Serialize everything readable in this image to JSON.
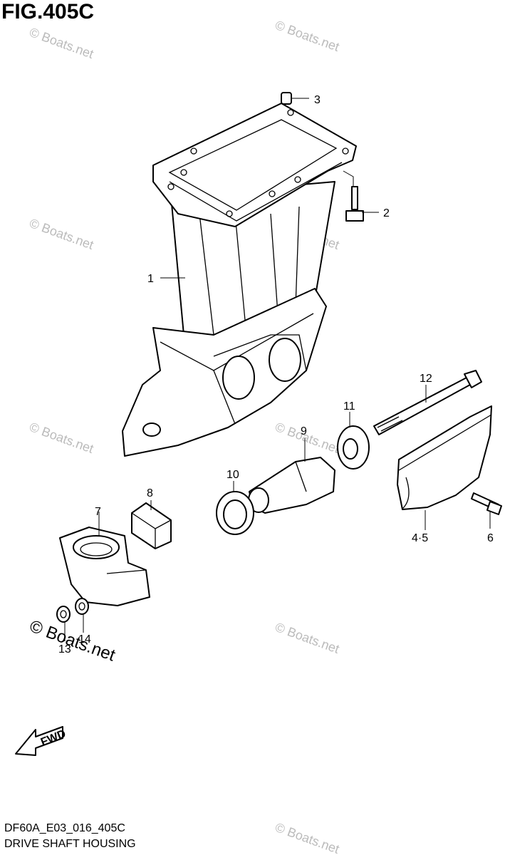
{
  "figure": {
    "title": "FIG.405C",
    "code": "DF60A_E03_016_405C",
    "name": "DRIVE SHAFT HOUSING"
  },
  "callouts": [
    "1",
    "2",
    "3",
    "4·5",
    "6",
    "7",
    "8",
    "9",
    "10",
    "11",
    "12",
    "13",
    "14"
  ],
  "fwd_label": "FWD",
  "watermark": "© Boats.net",
  "colors": {
    "ink": "#000000",
    "paper": "#ffffff",
    "watermark": "#bbbbbb"
  }
}
